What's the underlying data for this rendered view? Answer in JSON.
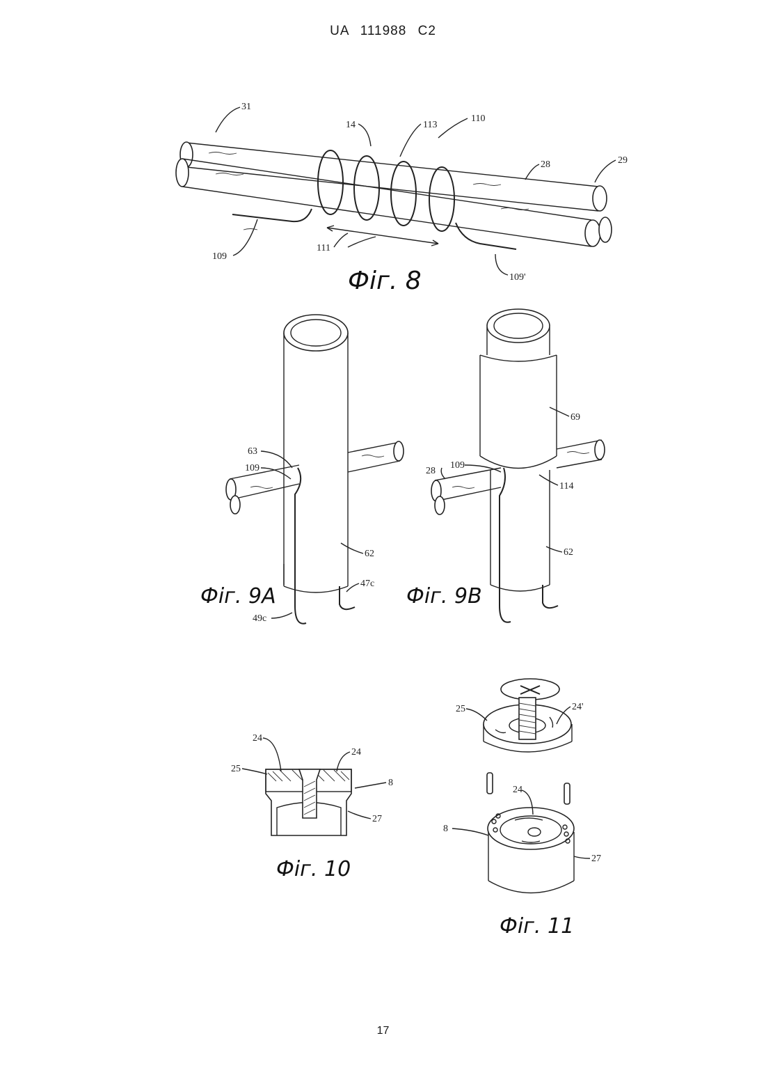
{
  "header": "UA 111988 C2",
  "page_number": "17",
  "figures": {
    "fig8": {
      "caption": "Фіг. 8",
      "labels": [
        "31",
        "14",
        "113",
        "110",
        "28",
        "29",
        "109",
        "111",
        "109'"
      ]
    },
    "fig9a": {
      "caption": "Фіг. 9A",
      "labels": [
        "63",
        "109",
        "62",
        "47c",
        "49c"
      ]
    },
    "fig9b": {
      "caption": "Фіг. 9B",
      "labels": [
        "69",
        "28",
        "109",
        "114",
        "62"
      ]
    },
    "fig10": {
      "caption": "Фіг. 10",
      "labels": [
        "24",
        "24",
        "25",
        "8",
        "27"
      ]
    },
    "fig11": {
      "caption": "Фіг. 11",
      "labels": [
        "25",
        "24'",
        "24",
        "8",
        "27"
      ]
    }
  }
}
